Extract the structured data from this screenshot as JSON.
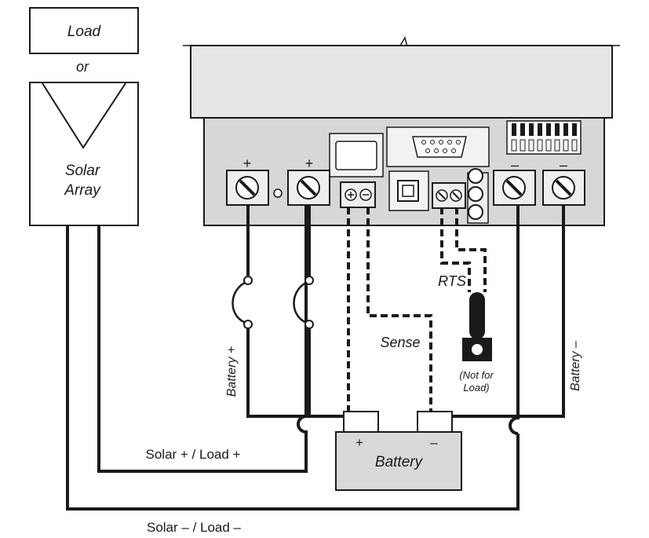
{
  "labels": {
    "load": "Load",
    "or": "or",
    "solar_array_line1": "Solar",
    "solar_array_line2": "Array",
    "plus1": "+",
    "plus2": "+",
    "minus1": "–",
    "minus2": "–",
    "rts": "RTS",
    "sense": "Sense",
    "not_for_line1": "(Not for",
    "not_for_line2": "Load)",
    "battery_plus": "Battery +",
    "battery_minus": "Battery –",
    "battery": "Battery",
    "battery_pos_terminal": "+",
    "battery_neg_terminal": "–",
    "solar_plus_load_plus": "Solar + / Load +",
    "solar_minus_load_minus": "Solar – / Load –"
  },
  "colors": {
    "controller_body": "#d7d7d7",
    "controller_top": "#e6e6e6",
    "battery_fill": "#d9d9d9",
    "wire": "#1a1a1a",
    "terminal_fill": "#eeeeee"
  }
}
